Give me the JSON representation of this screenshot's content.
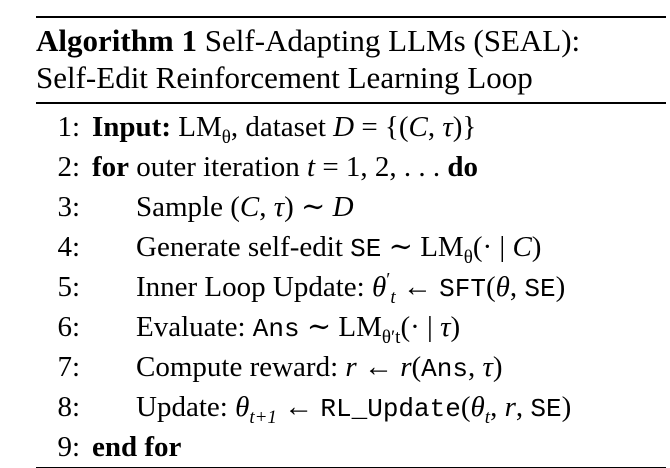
{
  "algorithm": {
    "label": "Algorithm 1",
    "title_line1": "Self-Adapting LLMs (SEAL):",
    "title_line2": "Self-Edit Reinforcement Learning Loop",
    "lines": [
      {
        "num": "1:",
        "parts": [
          {
            "t": "kw",
            "v": "Input:"
          },
          {
            "t": "txt",
            "v": " LM"
          },
          {
            "t": "sub",
            "v": "θ"
          },
          {
            "t": "txt",
            "v": ", dataset "
          },
          {
            "t": "cal",
            "v": "D"
          },
          {
            "t": "txt",
            "v": " = {("
          },
          {
            "t": "m",
            "v": "C"
          },
          {
            "t": "txt",
            "v": ", "
          },
          {
            "t": "m",
            "v": "τ"
          },
          {
            "t": "txt",
            "v": ")}"
          }
        ]
      },
      {
        "num": "2:",
        "parts": [
          {
            "t": "kw",
            "v": "for"
          },
          {
            "t": "txt",
            "v": " outer iteration "
          },
          {
            "t": "m",
            "v": "t"
          },
          {
            "t": "txt",
            "v": " = 1, 2, . . . "
          },
          {
            "t": "kw",
            "v": "do"
          }
        ]
      },
      {
        "num": "3:",
        "indent": true,
        "parts": [
          {
            "t": "txt",
            "v": "Sample ("
          },
          {
            "t": "m",
            "v": "C"
          },
          {
            "t": "txt",
            "v": ", "
          },
          {
            "t": "m",
            "v": "τ"
          },
          {
            "t": "txt",
            "v": ") ∼ "
          },
          {
            "t": "cal",
            "v": "D"
          }
        ]
      },
      {
        "num": "4:",
        "indent": true,
        "parts": [
          {
            "t": "txt",
            "v": "Generate self-edit "
          },
          {
            "t": "tt",
            "v": "SE"
          },
          {
            "t": "txt",
            "v": " ∼ LM"
          },
          {
            "t": "sub",
            "v": "θ"
          },
          {
            "t": "txt",
            "v": "(· | "
          },
          {
            "t": "m",
            "v": "C"
          },
          {
            "t": "txt",
            "v": ")"
          }
        ]
      },
      {
        "num": "5:",
        "indent": true,
        "parts": [
          {
            "t": "txt",
            "v": "Inner Loop Update: "
          },
          {
            "t": "m",
            "v": "θ"
          },
          {
            "t": "sup",
            "v": "′"
          },
          {
            "t": "subm",
            "v": "t"
          },
          {
            "t": "txt",
            "v": " ← "
          },
          {
            "t": "tt",
            "v": "SFT"
          },
          {
            "t": "txt",
            "v": "("
          },
          {
            "t": "m",
            "v": "θ"
          },
          {
            "t": "txt",
            "v": ", "
          },
          {
            "t": "tt",
            "v": "SE"
          },
          {
            "t": "txt",
            "v": ")"
          }
        ]
      },
      {
        "num": "6:",
        "indent": true,
        "parts": [
          {
            "t": "txt",
            "v": "Evaluate: "
          },
          {
            "t": "tt",
            "v": "Ans"
          },
          {
            "t": "txt",
            "v": " ∼ LM"
          },
          {
            "t": "sub",
            "v": "θ′t"
          },
          {
            "t": "txt",
            "v": "(· | "
          },
          {
            "t": "m",
            "v": "τ"
          },
          {
            "t": "txt",
            "v": ")"
          }
        ]
      },
      {
        "num": "7:",
        "indent": true,
        "parts": [
          {
            "t": "txt",
            "v": "Compute reward: "
          },
          {
            "t": "m",
            "v": "r"
          },
          {
            "t": "txt",
            "v": " ← "
          },
          {
            "t": "m",
            "v": "r"
          },
          {
            "t": "txt",
            "v": "("
          },
          {
            "t": "tt",
            "v": "Ans"
          },
          {
            "t": "txt",
            "v": ", "
          },
          {
            "t": "m",
            "v": "τ"
          },
          {
            "t": "txt",
            "v": ")"
          }
        ]
      },
      {
        "num": "8:",
        "indent": true,
        "parts": [
          {
            "t": "txt",
            "v": "Update: "
          },
          {
            "t": "m",
            "v": "θ"
          },
          {
            "t": "subm",
            "v": "t+1"
          },
          {
            "t": "txt",
            "v": " ← "
          },
          {
            "t": "tt",
            "v": "RL_Update"
          },
          {
            "t": "txt",
            "v": "("
          },
          {
            "t": "m",
            "v": "θ"
          },
          {
            "t": "subm",
            "v": "t"
          },
          {
            "t": "txt",
            "v": ", "
          },
          {
            "t": "m",
            "v": "r"
          },
          {
            "t": "txt",
            "v": ", "
          },
          {
            "t": "tt",
            "v": "SE"
          },
          {
            "t": "txt",
            "v": ")"
          }
        ]
      },
      {
        "num": "9:",
        "parts": [
          {
            "t": "kw",
            "v": "end for"
          }
        ]
      }
    ]
  }
}
